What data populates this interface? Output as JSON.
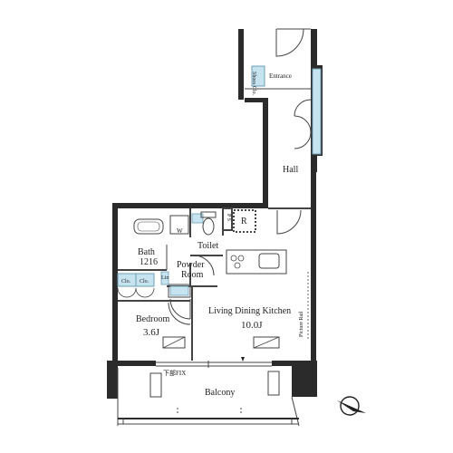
{
  "rooms": {
    "entrance": "Entrance",
    "hall": "Hall",
    "toilet": "Toilet",
    "bath": "Bath",
    "bath_size": "1216",
    "powder_room_1": "Powder",
    "powder_room_2": "Room",
    "bedroom": "Bedroom",
    "bedroom_size": "3.6J",
    "ldk": "Living Dining Kitchen",
    "ldk_size": "10.0J",
    "balcony": "Balcony"
  },
  "fixtures": {
    "washer": "W",
    "refrigerator": "R",
    "ps": "P S",
    "shoes_closet": "Shoes Clo.",
    "closet_1": "Clo.",
    "closet_2": "Clo.",
    "linen": "Lin",
    "picture_rail": "Picture Rail",
    "fix_window": "下部FIX"
  },
  "colors": {
    "wall": "#2b2b2b",
    "storage": "#c6e3f0",
    "storage_stroke": "#6f9fb4",
    "line": "#444444"
  },
  "icons": [
    "compass-icon"
  ]
}
